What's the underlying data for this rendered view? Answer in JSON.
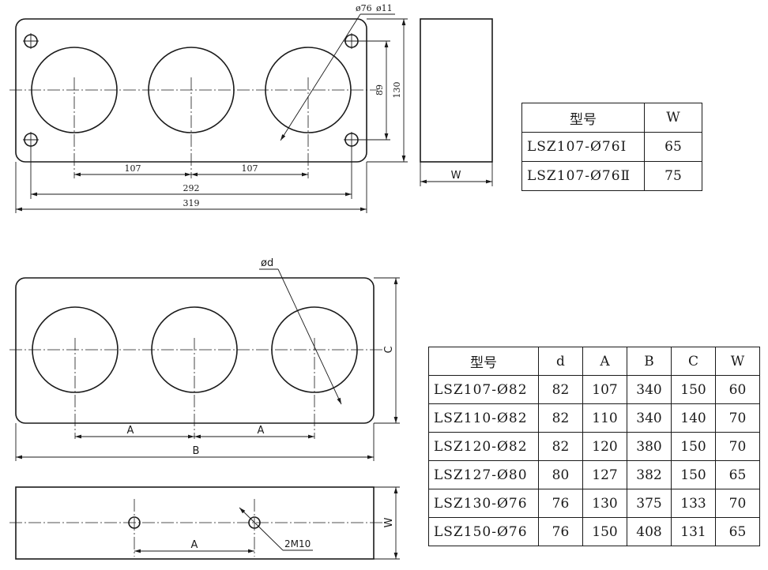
{
  "top_view": {
    "dim_hole_diameter": "ø76",
    "dim_mount_hole": "ø11",
    "dim_hole_spacing_left": "107",
    "dim_hole_spacing_right": "107",
    "dim_mount_span": "292",
    "dim_overall_length": "319",
    "dim_mount_height": "89",
    "dim_overall_height": "130"
  },
  "side_view": {
    "dim_width": "W"
  },
  "table1": {
    "headers": [
      "型号",
      "W"
    ],
    "rows": [
      [
        "LSZ107-Ø76Ⅰ",
        "65"
      ],
      [
        "LSZ107-Ø76Ⅱ",
        "75"
      ]
    ]
  },
  "bottom_front_view": {
    "dim_hole_diameter": "ød",
    "dim_height": "C",
    "dim_spacing_left": "A",
    "dim_spacing_right": "A",
    "dim_overall_length": "B"
  },
  "bottom_side_view": {
    "dim_spacing": "A",
    "dim_thread": "2M10",
    "dim_width": "W"
  },
  "table2": {
    "headers": [
      "型号",
      "d",
      "A",
      "B",
      "C",
      "W"
    ],
    "rows": [
      [
        "LSZ107-Ø82",
        "82",
        "107",
        "340",
        "150",
        "60"
      ],
      [
        "LSZ110-Ø82",
        "82",
        "110",
        "340",
        "140",
        "70"
      ],
      [
        "LSZ120-Ø82",
        "82",
        "120",
        "380",
        "150",
        "70"
      ],
      [
        "LSZ127-Ø80",
        "80",
        "127",
        "382",
        "150",
        "65"
      ],
      [
        "LSZ130-Ø76",
        "76",
        "130",
        "375",
        "133",
        "70"
      ],
      [
        "LSZ150-Ø76",
        "76",
        "150",
        "408",
        "131",
        "65"
      ]
    ]
  }
}
